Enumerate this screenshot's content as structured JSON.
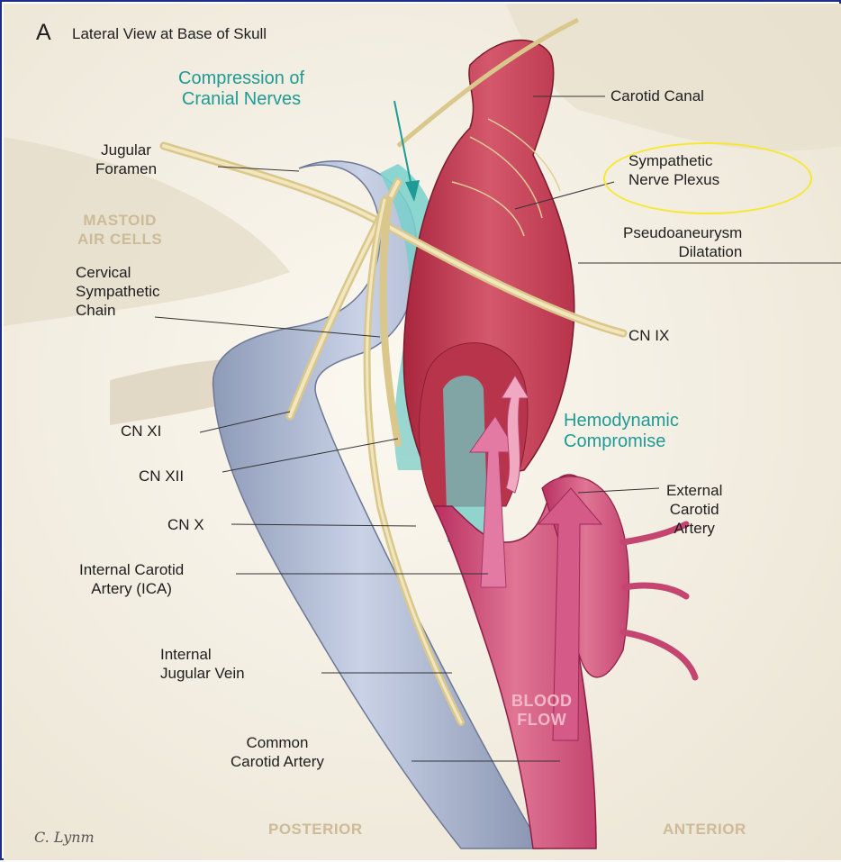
{
  "figure": {
    "panel_letter": "A",
    "title": "Lateral View at Base of Skull",
    "signature": "C. Lynm"
  },
  "labels": {
    "compression": "Compression of\nCranial Nerves",
    "carotid_canal": "Carotid Canal",
    "jugular_foramen": "Jugular\nForamen",
    "sympathetic_plexus": "Sympathetic\nNerve Plexus",
    "mastoid": "MASTOID\nAIR CELLS",
    "pseudoaneurysm": "Pseudoaneurysm\nDilatation",
    "cervical_chain": "Cervical\nSympathetic\nChain",
    "cn_ix": "CN IX",
    "cn_xi": "CN XI",
    "hemodynamic": "Hemodynamic\nCompromise",
    "cn_xii": "CN XII",
    "external_carotid": "External\nCarotid\nArtery",
    "cn_x": "CN X",
    "ica": "Internal Carotid\nArtery (ICA)",
    "ijv": "Internal\nJugular Vein",
    "blood_flow": "BLOOD\nFLOW",
    "common_carotid": "Common\nCarotid Artery",
    "posterior": "POSTERIOR",
    "anterior": "ANTERIOR"
  },
  "colors": {
    "background": "#f3eee2",
    "vein": "#aab6cf",
    "artery": "#c9425a",
    "nerve": "#e5d59b",
    "accent_teal": "#1f9a95",
    "highlight": "#f6e831",
    "border": "#1d2d8c"
  }
}
